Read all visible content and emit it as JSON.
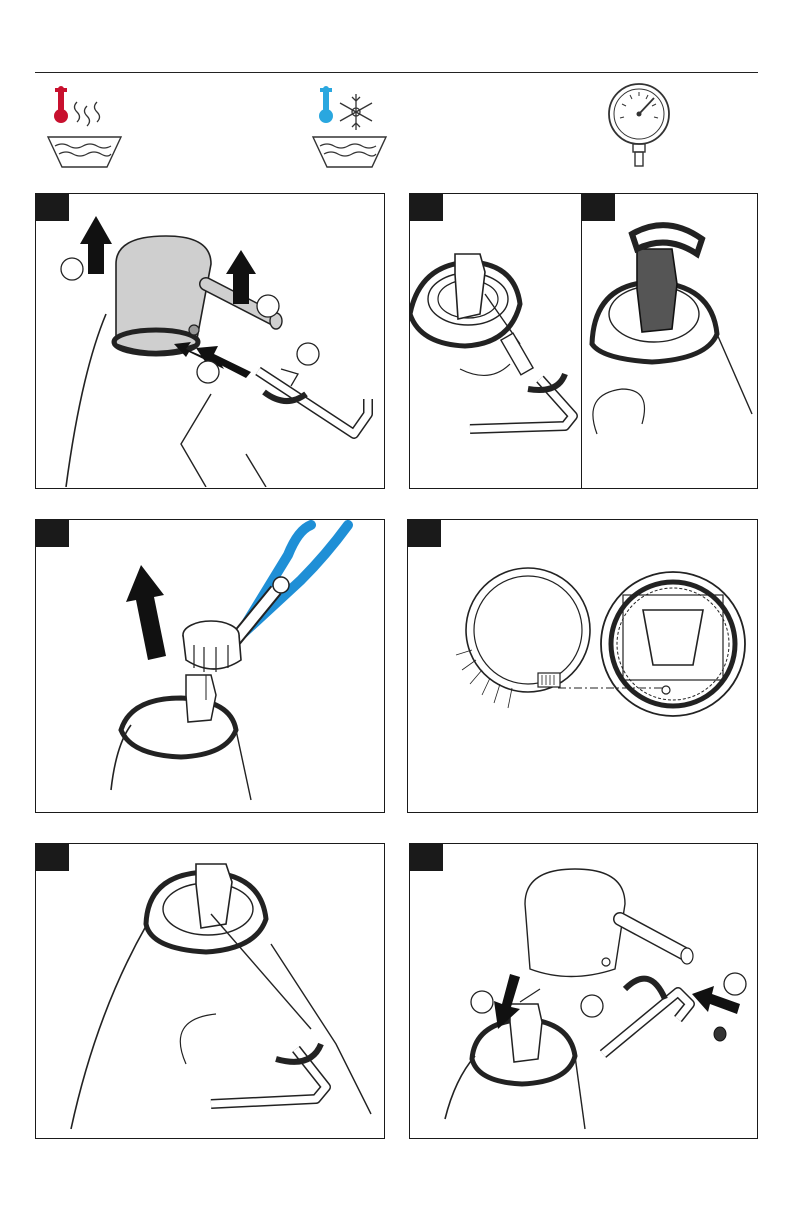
{
  "document": {
    "icons": [
      {
        "name": "hot-water-thermometer-icon",
        "color": "#c8102e"
      },
      {
        "name": "cold-water-snowflake-icon",
        "color": "#2aa7df"
      },
      {
        "name": "pressure-gauge-icon"
      }
    ],
    "steps": [
      {
        "id": "step-1",
        "label": ""
      },
      {
        "id": "step-2",
        "label": ""
      },
      {
        "id": "step-3",
        "label": ""
      },
      {
        "id": "step-4",
        "label": ""
      },
      {
        "id": "step-5",
        "label": ""
      },
      {
        "id": "step-6",
        "label": ""
      },
      {
        "id": "step-7",
        "label": ""
      }
    ],
    "colors": {
      "plier_handle": "#1f8fd6",
      "handle_fill": "#cfcfcf",
      "ink": "#1a1a1a"
    }
  }
}
